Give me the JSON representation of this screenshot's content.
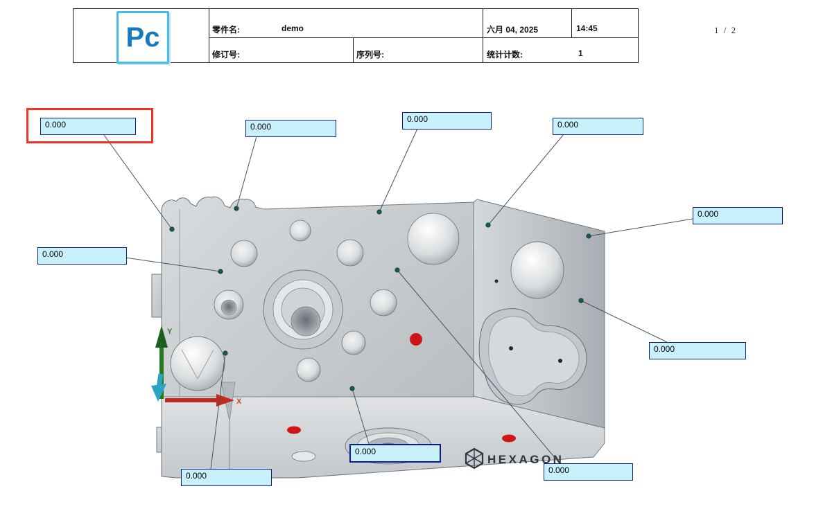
{
  "header": {
    "logo_text": "Pc",
    "part_name_label": "零件名:",
    "part_name_value": "demo",
    "date": "六月 04, 2025",
    "time": "14:45",
    "revision_label": "修订号:",
    "serial_label": "序列号:",
    "count_label": "统计计数:",
    "count_value": "1"
  },
  "page_indicator": "1 / 2",
  "viewport": {
    "hexagon_text": "HEXAGON",
    "axis_x_label": "X",
    "axis_y_label": "Y",
    "dimension_labels": [
      {
        "id": 0,
        "value": "0.000",
        "selected": true
      },
      {
        "id": 1,
        "value": "0.000"
      },
      {
        "id": 2,
        "value": "0.000"
      },
      {
        "id": 3,
        "value": "0.000"
      },
      {
        "id": 4,
        "value": "0.000"
      },
      {
        "id": 5,
        "value": "0.000"
      },
      {
        "id": 6,
        "value": "0.000"
      },
      {
        "id": 7,
        "value": "0.000"
      },
      {
        "id": 8,
        "value": "0.000"
      },
      {
        "id": 9,
        "value": "0.000"
      }
    ]
  },
  "colors": {
    "label-fill": "#c9f1fc",
    "label-border": "#0d1c8e",
    "selection-red": "#f53123",
    "feature-red": "#cf1515",
    "point-teal": "#175a54"
  }
}
